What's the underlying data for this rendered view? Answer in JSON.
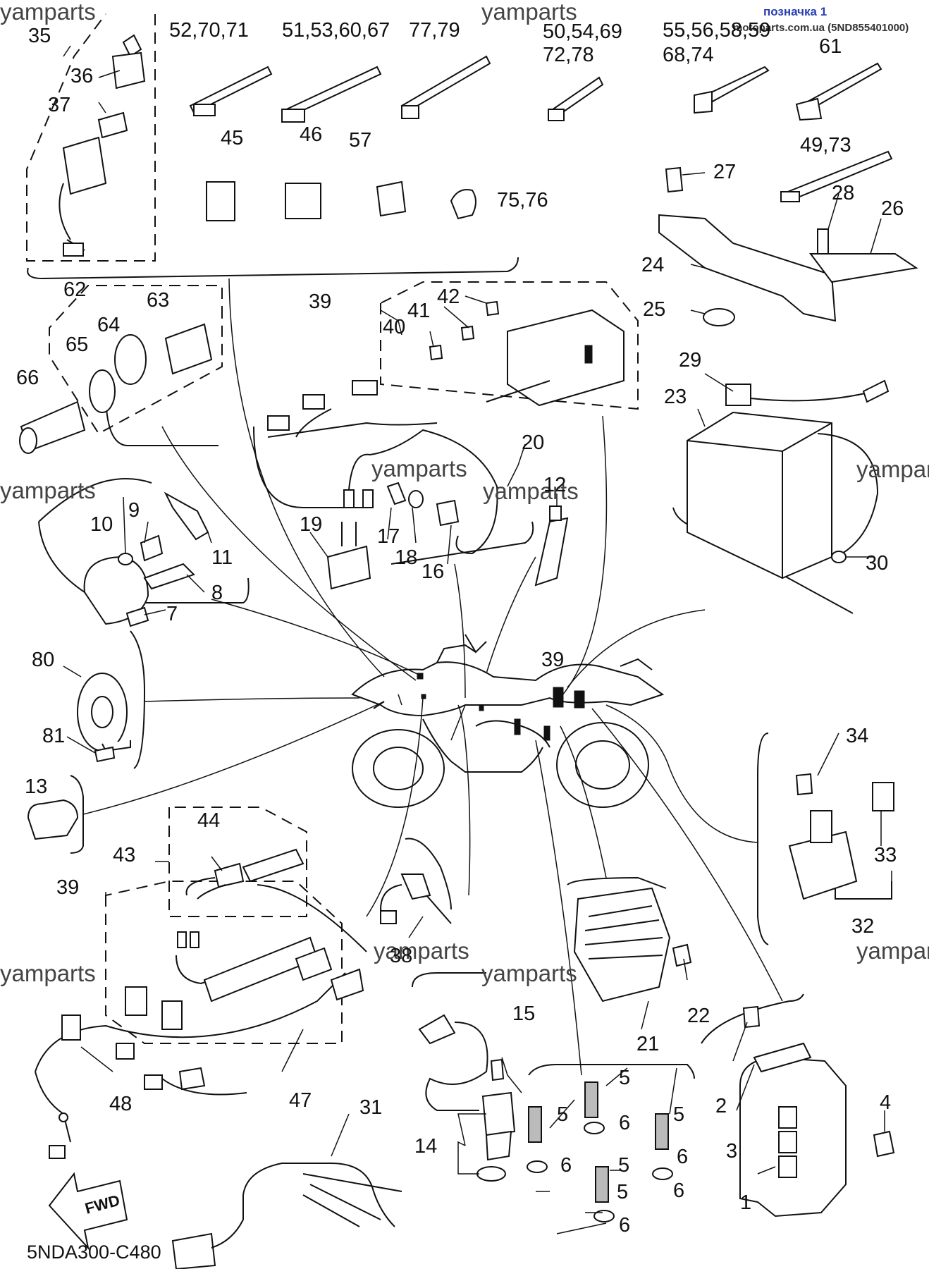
{
  "header": {
    "tag": "позначка 1",
    "source": "motoparts.com.ua (5ND855401000)"
  },
  "watermarks": [
    "yamparts",
    "yamparts",
    "yamparts",
    "yamparts",
    "yamparts",
    "yamparts",
    "yamparts",
    "yamparts",
    "yamparts"
  ],
  "diagram_code": "5NDA300-C480",
  "fwd_label": "FWD",
  "callouts": [
    "35",
    "36",
    "37",
    "52,70,71",
    "51,53,60,67",
    "77,79",
    "50,54,69",
    "72,78",
    "55,56,58,59",
    "68,74",
    "61",
    "45",
    "46",
    "57",
    "75,76",
    "27",
    "49,73",
    "28",
    "26",
    "24",
    "25",
    "62",
    "63",
    "64",
    "65",
    "66",
    "39",
    "42",
    "41",
    "40",
    "29",
    "23",
    "20",
    "12",
    "19",
    "17",
    "18",
    "16",
    "30",
    "9",
    "10",
    "11",
    "8",
    "7",
    "80",
    "39",
    "81",
    "34",
    "13",
    "44",
    "43",
    "39",
    "33",
    "32",
    "38",
    "15",
    "22",
    "21",
    "48",
    "47",
    "5",
    "31",
    "5",
    "5",
    "6",
    "4",
    "2",
    "14",
    "6",
    "5",
    "6",
    "3",
    "5",
    "6",
    "1",
    "6"
  ]
}
